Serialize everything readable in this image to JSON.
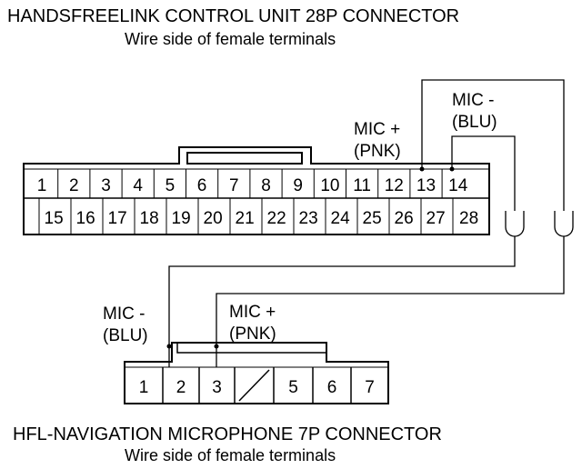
{
  "top_connector": {
    "title": "HANDSFREELINK CONTROL UNIT 28P CONNECTOR",
    "subtitle": "Wire side of female terminals",
    "row1": [
      "1",
      "2",
      "3",
      "4",
      "5",
      "6",
      "7",
      "8",
      "9",
      "10",
      "11",
      "12",
      "13",
      "14"
    ],
    "row2": [
      "15",
      "16",
      "17",
      "18",
      "19",
      "20",
      "21",
      "22",
      "23",
      "24",
      "25",
      "26",
      "27",
      "28"
    ],
    "wire_labels": {
      "mic_plus": [
        "MIC +",
        "(PNK)"
      ],
      "mic_minus": [
        "MIC -",
        "(BLU)"
      ]
    }
  },
  "bottom_connector": {
    "title": "HFL-NAVIGATION MICROPHONE 7P CONNECTOR",
    "subtitle": "Wire side of female terminals",
    "pins": [
      "1",
      "2",
      "3",
      "",
      "5",
      "6",
      "7"
    ],
    "wire_labels": {
      "mic_minus": [
        "MIC -",
        "(BLU)"
      ],
      "mic_plus": [
        "MIC +",
        "(PNK)"
      ]
    }
  },
  "colors": {
    "line": "#000000",
    "wire": "#000000",
    "background": "#ffffff"
  }
}
